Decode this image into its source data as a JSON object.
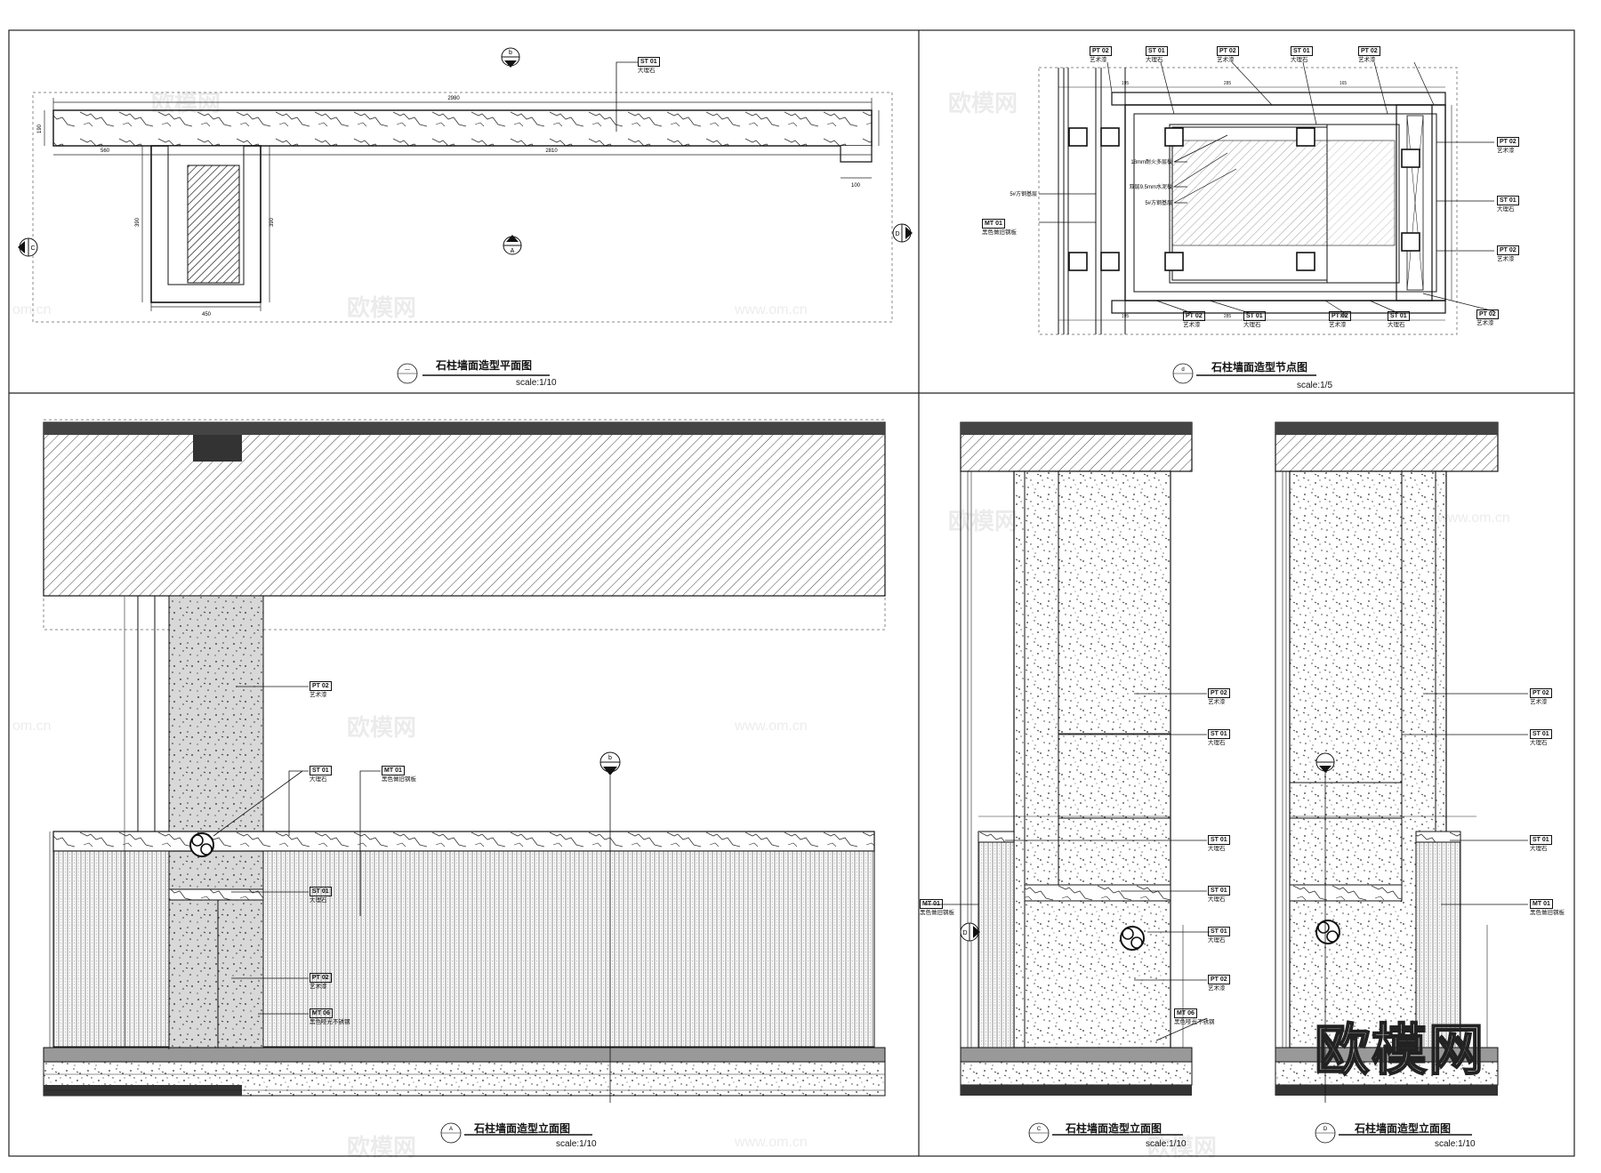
{
  "panels": {
    "plan": {
      "title": "石柱墙面造型平面图",
      "scale": "scale:1/10",
      "marker": "—"
    },
    "node": {
      "title": "石柱墙面造型节点图",
      "scale": "scale:1/5",
      "marker": "d"
    },
    "elev_a": {
      "title": "石柱墙面造型立面图",
      "scale": "scale:1/10",
      "marker": "A"
    },
    "elev_c": {
      "title": "石柱墙面造型立面图",
      "scale": "scale:1/10",
      "marker": "C"
    },
    "elev_d": {
      "title": "石柱墙面造型立面图",
      "scale": "scale:1/10",
      "marker": "D"
    }
  },
  "materials": {
    "st01": {
      "code": "ST",
      "num": "01",
      "name": "大理石"
    },
    "pt02": {
      "code": "PT",
      "num": "02",
      "name": "艺术漆"
    },
    "mt01": {
      "code": "MT",
      "num": "01",
      "name": "黑色做旧钢板"
    },
    "mt06": {
      "code": "MT",
      "num": "06",
      "name": "黑色哑光不锈钢"
    }
  },
  "node_notes": {
    "plywood": "18mm耐火多层板",
    "cement": "双层9.5mm水泥板",
    "steel_base": "5#方钢基层",
    "steel_base_left": "5#方钢基层"
  },
  "plan_dims": {
    "total": "2980",
    "left": "560",
    "right": "2810",
    "depth": "190",
    "col_w": "450",
    "col_h": "390",
    "small": "100"
  },
  "markers": {
    "b": "b",
    "c": "C",
    "d": "D",
    "a": "A"
  },
  "watermark": {
    "text": "欧模网",
    "url": "www.om.cn",
    "url_short": "om.cn"
  }
}
